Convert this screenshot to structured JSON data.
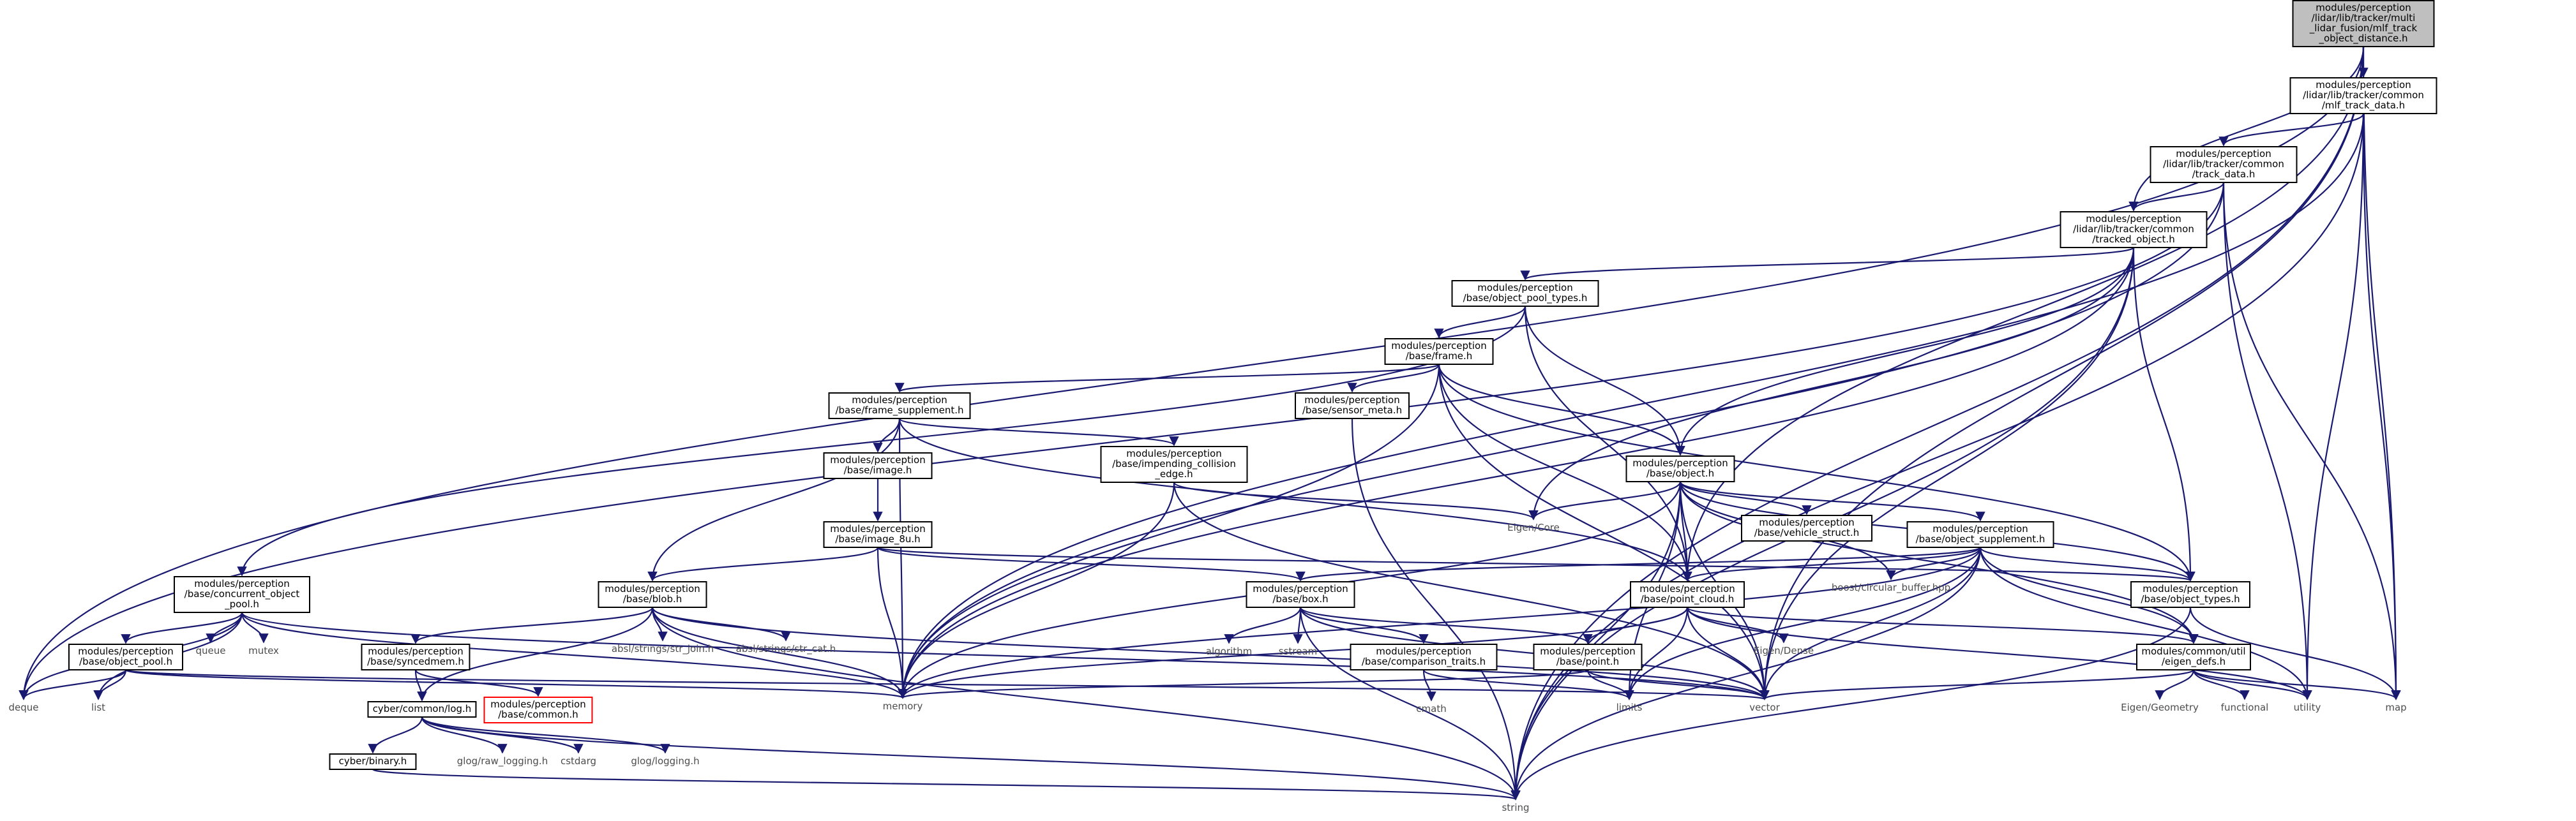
{
  "graph": {
    "root": "root",
    "nodes": [
      {
        "id": "root",
        "lines": [
          "modules/perception",
          "/lidar/lib/tracker/multi",
          "_lidar_fusion/mlf_track",
          "_object_distance.h"
        ],
        "style": "root"
      },
      {
        "id": "mlf_track_data",
        "lines": [
          "modules/perception",
          "/lidar/lib/tracker/common",
          "/mlf_track_data.h"
        ],
        "style": "box"
      },
      {
        "id": "track_data",
        "lines": [
          "modules/perception",
          "/lidar/lib/tracker/common",
          "/track_data.h"
        ],
        "style": "box"
      },
      {
        "id": "tracked_object",
        "lines": [
          "modules/perception",
          "/lidar/lib/tracker/common",
          "/tracked_object.h"
        ],
        "style": "box"
      },
      {
        "id": "object_pool_types",
        "lines": [
          "modules/perception",
          "/base/object_pool_types.h"
        ],
        "style": "box"
      },
      {
        "id": "frame",
        "lines": [
          "modules/perception",
          "/base/frame.h"
        ],
        "style": "box"
      },
      {
        "id": "frame_supplement",
        "lines": [
          "modules/perception",
          "/base/frame_supplement.h"
        ],
        "style": "box"
      },
      {
        "id": "sensor_meta",
        "lines": [
          "modules/perception",
          "/base/sensor_meta.h"
        ],
        "style": "box"
      },
      {
        "id": "image",
        "lines": [
          "modules/perception",
          "/base/image.h"
        ],
        "style": "box"
      },
      {
        "id": "impending_collision",
        "lines": [
          "modules/perception",
          "/base/impending_collision",
          "_edge.h"
        ],
        "style": "box"
      },
      {
        "id": "image_8u",
        "lines": [
          "modules/perception",
          "/base/image_8u.h"
        ],
        "style": "box"
      },
      {
        "id": "object",
        "lines": [
          "modules/perception",
          "/base/object.h"
        ],
        "style": "box"
      },
      {
        "id": "eigen_core",
        "lines": [
          "Eigen/Core"
        ],
        "style": "plain"
      },
      {
        "id": "vehicle_struct",
        "lines": [
          "modules/perception",
          "/base/vehicle_struct.h"
        ],
        "style": "box"
      },
      {
        "id": "object_supplement",
        "lines": [
          "modules/perception",
          "/base/object_supplement.h"
        ],
        "style": "box"
      },
      {
        "id": "concurrent_object_pool",
        "lines": [
          "modules/perception",
          "/base/concurrent_object",
          "_pool.h"
        ],
        "style": "box"
      },
      {
        "id": "blob",
        "lines": [
          "modules/perception",
          "/base/blob.h"
        ],
        "style": "box"
      },
      {
        "id": "box",
        "lines": [
          "modules/perception",
          "/base/box.h"
        ],
        "style": "box"
      },
      {
        "id": "point_cloud",
        "lines": [
          "modules/perception",
          "/base/point_cloud.h"
        ],
        "style": "box"
      },
      {
        "id": "boost_circular",
        "lines": [
          "boost/circular_buffer.hpp"
        ],
        "style": "plain"
      },
      {
        "id": "object_types",
        "lines": [
          "modules/perception",
          "/base/object_types.h"
        ],
        "style": "box"
      },
      {
        "id": "object_pool",
        "lines": [
          "modules/perception",
          "/base/object_pool.h"
        ],
        "style": "box"
      },
      {
        "id": "queue",
        "lines": [
          "queue"
        ],
        "style": "plain"
      },
      {
        "id": "mutex",
        "lines": [
          "mutex"
        ],
        "style": "plain"
      },
      {
        "id": "syncedmem",
        "lines": [
          "modules/perception",
          "/base/syncedmem.h"
        ],
        "style": "box"
      },
      {
        "id": "absl_join",
        "lines": [
          "absl/strings/str_join.h"
        ],
        "style": "plain"
      },
      {
        "id": "absl_cat",
        "lines": [
          "absl/strings/str_cat.h"
        ],
        "style": "plain"
      },
      {
        "id": "algorithm",
        "lines": [
          "algorithm"
        ],
        "style": "plain"
      },
      {
        "id": "sstream",
        "lines": [
          "sstream"
        ],
        "style": "plain"
      },
      {
        "id": "comparison_traits",
        "lines": [
          "modules/perception",
          "/base/comparison_traits.h"
        ],
        "style": "box"
      },
      {
        "id": "point",
        "lines": [
          "modules/perception",
          "/base/point.h"
        ],
        "style": "box"
      },
      {
        "id": "eigen_dense",
        "lines": [
          "Eigen/Dense"
        ],
        "style": "plain"
      },
      {
        "id": "eigen_defs",
        "lines": [
          "modules/common/util",
          "/eigen_defs.h"
        ],
        "style": "box"
      },
      {
        "id": "deque",
        "lines": [
          "deque"
        ],
        "style": "plain"
      },
      {
        "id": "list",
        "lines": [
          "list"
        ],
        "style": "plain"
      },
      {
        "id": "memory",
        "lines": [
          "memory"
        ],
        "style": "plain"
      },
      {
        "id": "common_h",
        "lines": [
          "modules/perception",
          "/base/common.h"
        ],
        "style": "red"
      },
      {
        "id": "cyber_log",
        "lines": [
          "cyber/common/log.h"
        ],
        "style": "box"
      },
      {
        "id": "cmath",
        "lines": [
          "cmath"
        ],
        "style": "plain"
      },
      {
        "id": "limits",
        "lines": [
          "limits"
        ],
        "style": "plain"
      },
      {
        "id": "vector",
        "lines": [
          "vector"
        ],
        "style": "plain"
      },
      {
        "id": "eigen_geometry",
        "lines": [
          "Eigen/Geometry"
        ],
        "style": "plain"
      },
      {
        "id": "functional",
        "lines": [
          "functional"
        ],
        "style": "plain"
      },
      {
        "id": "utility",
        "lines": [
          "utility"
        ],
        "style": "plain"
      },
      {
        "id": "map",
        "lines": [
          "map"
        ],
        "style": "plain"
      },
      {
        "id": "cyber_binary",
        "lines": [
          "cyber/binary.h"
        ],
        "style": "box"
      },
      {
        "id": "glog_raw",
        "lines": [
          "glog/raw_logging.h"
        ],
        "style": "plain"
      },
      {
        "id": "cstdarg",
        "lines": [
          "cstdarg"
        ],
        "style": "plain"
      },
      {
        "id": "glog_logging",
        "lines": [
          "glog/logging.h"
        ],
        "style": "plain"
      },
      {
        "id": "string",
        "lines": [
          "string"
        ],
        "style": "plain"
      }
    ],
    "edges": [
      [
        "root",
        "mlf_track_data"
      ],
      [
        "root",
        "tracked_object"
      ],
      [
        "root",
        "point_cloud"
      ],
      [
        "root",
        "deque"
      ],
      [
        "root",
        "map"
      ],
      [
        "root",
        "string"
      ],
      [
        "root",
        "vector"
      ],
      [
        "mlf_track_data",
        "track_data"
      ],
      [
        "mlf_track_data",
        "memory"
      ],
      [
        "mlf_track_data",
        "utility"
      ],
      [
        "mlf_track_data",
        "map"
      ],
      [
        "mlf_track_data",
        "string"
      ],
      [
        "track_data",
        "tracked_object"
      ],
      [
        "track_data",
        "memory"
      ],
      [
        "track_data",
        "deque"
      ],
      [
        "track_data",
        "utility"
      ],
      [
        "track_data",
        "map"
      ],
      [
        "tracked_object",
        "object_pool_types"
      ],
      [
        "tracked_object",
        "object"
      ],
      [
        "tracked_object",
        "object_types"
      ],
      [
        "tracked_object",
        "eigen_core"
      ],
      [
        "tracked_object",
        "memory"
      ],
      [
        "tracked_object",
        "string"
      ],
      [
        "tracked_object",
        "vector"
      ],
      [
        "object_pool_types",
        "frame"
      ],
      [
        "object_pool_types",
        "object"
      ],
      [
        "object_pool_types",
        "concurrent_object_pool"
      ],
      [
        "object_pool_types",
        "point_cloud"
      ],
      [
        "frame",
        "frame_supplement"
      ],
      [
        "frame",
        "sensor_meta"
      ],
      [
        "frame",
        "object"
      ],
      [
        "frame",
        "object_types"
      ],
      [
        "frame",
        "point_cloud"
      ],
      [
        "frame",
        "memory"
      ],
      [
        "frame",
        "vector"
      ],
      [
        "frame_supplement",
        "image"
      ],
      [
        "frame_supplement",
        "impending_collision"
      ],
      [
        "frame_supplement",
        "blob"
      ],
      [
        "frame_supplement",
        "point_cloud"
      ],
      [
        "frame_supplement",
        "memory"
      ],
      [
        "sensor_meta",
        "string"
      ],
      [
        "image",
        "image_8u"
      ],
      [
        "impending_collision",
        "eigen_core"
      ],
      [
        "impending_collision",
        "memory"
      ],
      [
        "impending_collision",
        "vector"
      ],
      [
        "image_8u",
        "blob"
      ],
      [
        "image_8u",
        "box"
      ],
      [
        "image_8u",
        "memory"
      ],
      [
        "image_8u",
        "object_types"
      ],
      [
        "object",
        "eigen_core"
      ],
      [
        "object",
        "vehicle_struct"
      ],
      [
        "object",
        "object_supplement"
      ],
      [
        "object",
        "object_types"
      ],
      [
        "object",
        "boost_circular"
      ],
      [
        "object",
        "point_cloud"
      ],
      [
        "object",
        "eigen_defs"
      ],
      [
        "object",
        "string"
      ],
      [
        "object",
        "vector"
      ],
      [
        "object",
        "memory"
      ],
      [
        "object",
        "limits"
      ],
      [
        "object_supplement",
        "box"
      ],
      [
        "object_supplement",
        "point_cloud"
      ],
      [
        "object_supplement",
        "object_types"
      ],
      [
        "object_supplement",
        "boost_circular"
      ],
      [
        "object_supplement",
        "eigen_defs"
      ],
      [
        "object_supplement",
        "memory"
      ],
      [
        "object_supplement",
        "string"
      ],
      [
        "object_supplement",
        "vector"
      ],
      [
        "object_supplement",
        "limits"
      ],
      [
        "object_supplement",
        "utility"
      ],
      [
        "concurrent_object_pool",
        "object_pool"
      ],
      [
        "concurrent_object_pool",
        "queue"
      ],
      [
        "concurrent_object_pool",
        "mutex"
      ],
      [
        "concurrent_object_pool",
        "deque"
      ],
      [
        "concurrent_object_pool",
        "list"
      ],
      [
        "concurrent_object_pool",
        "memory"
      ],
      [
        "concurrent_object_pool",
        "vector"
      ],
      [
        "blob",
        "syncedmem"
      ],
      [
        "blob",
        "cyber_log"
      ],
      [
        "blob",
        "absl_join"
      ],
      [
        "blob",
        "absl_cat"
      ],
      [
        "blob",
        "memory"
      ],
      [
        "blob",
        "string"
      ],
      [
        "blob",
        "vector"
      ],
      [
        "box",
        "algorithm"
      ],
      [
        "box",
        "sstream"
      ],
      [
        "box",
        "comparison_traits"
      ],
      [
        "box",
        "point"
      ],
      [
        "box",
        "string"
      ],
      [
        "box",
        "vector"
      ],
      [
        "point_cloud",
        "point"
      ],
      [
        "point_cloud",
        "eigen_dense"
      ],
      [
        "point_cloud",
        "eigen_defs"
      ],
      [
        "point_cloud",
        "memory"
      ],
      [
        "point_cloud",
        "vector"
      ],
      [
        "point_cloud",
        "limits"
      ],
      [
        "point_cloud",
        "utility"
      ],
      [
        "object_types",
        "map"
      ],
      [
        "object_types",
        "string"
      ],
      [
        "object_pool",
        "deque"
      ],
      [
        "object_pool",
        "list"
      ],
      [
        "object_pool",
        "memory"
      ],
      [
        "object_pool",
        "vector"
      ],
      [
        "syncedmem",
        "common_h"
      ],
      [
        "syncedmem",
        "cyber_log"
      ],
      [
        "comparison_traits",
        "cmath"
      ],
      [
        "comparison_traits",
        "limits"
      ],
      [
        "point",
        "memory"
      ],
      [
        "point",
        "limits"
      ],
      [
        "point",
        "vector"
      ],
      [
        "eigen_defs",
        "eigen_geometry"
      ],
      [
        "eigen_defs",
        "functional"
      ],
      [
        "eigen_defs",
        "utility"
      ],
      [
        "eigen_defs",
        "map"
      ],
      [
        "eigen_defs",
        "vector"
      ],
      [
        "cyber_log",
        "cyber_binary"
      ],
      [
        "cyber_log",
        "glog_raw"
      ],
      [
        "cyber_log",
        "cstdarg"
      ],
      [
        "cyber_log",
        "glog_logging"
      ],
      [
        "cyber_log",
        "string"
      ],
      [
        "cyber_binary",
        "string"
      ]
    ]
  }
}
